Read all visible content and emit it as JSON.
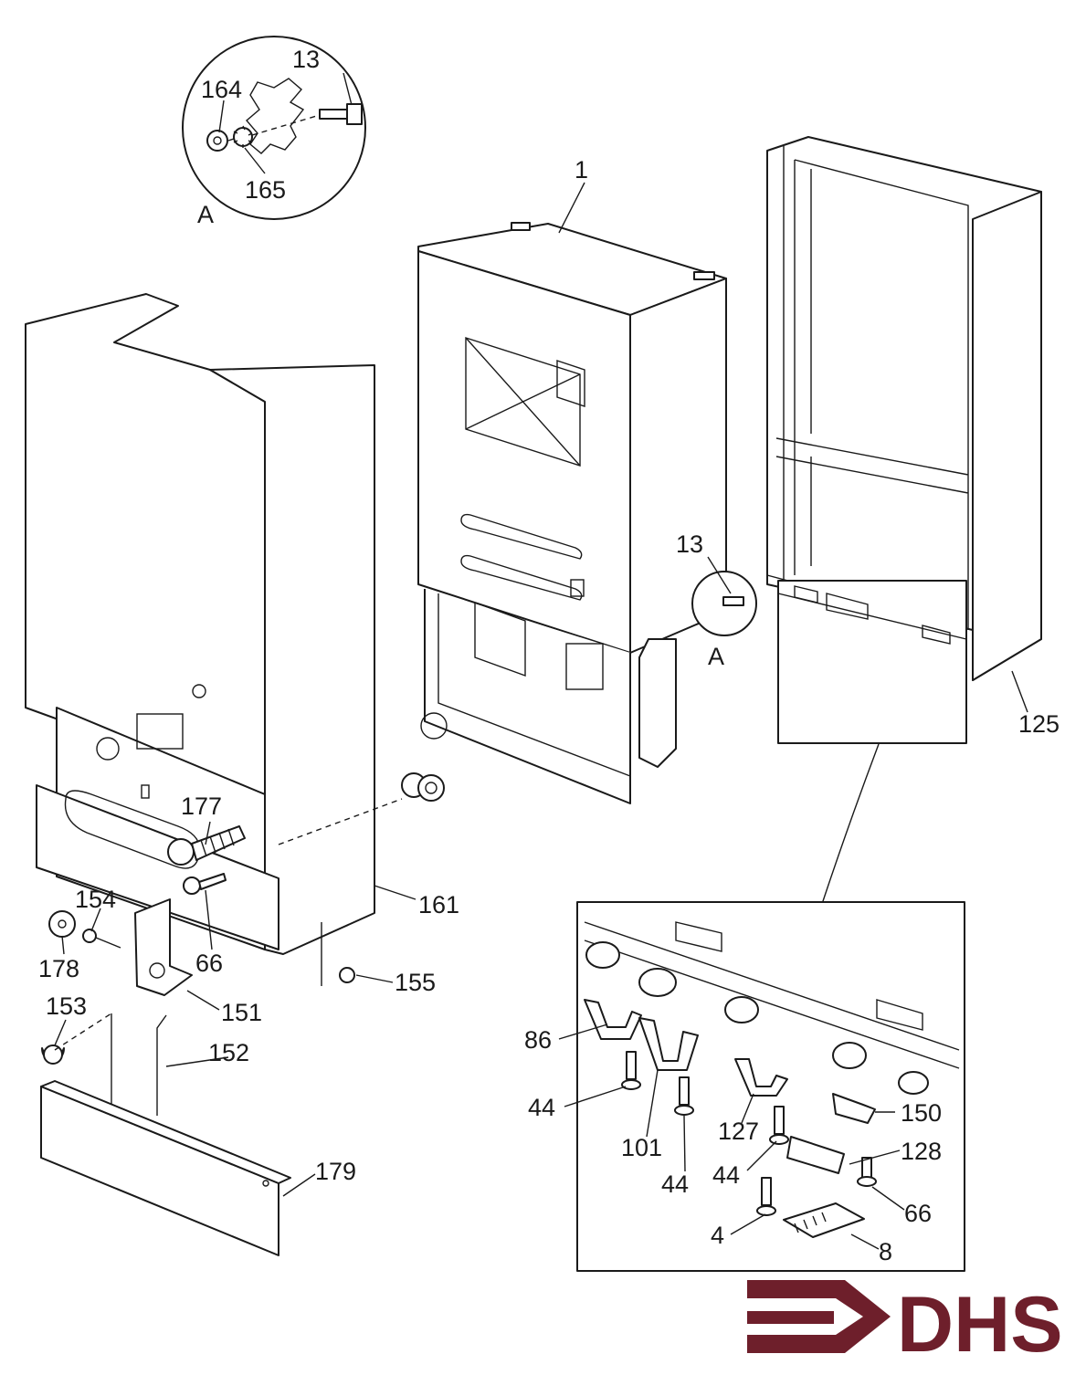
{
  "labels": {
    "p1": "1",
    "p4": "4",
    "p8": "8",
    "p13_detail": "13",
    "p13_body": "13",
    "p44_a": "44",
    "p44_b": "44",
    "p44_c": "44",
    "p66_a": "66",
    "p66_b": "66",
    "p86": "86",
    "p101": "101",
    "p125": "125",
    "p127": "127",
    "p128": "128",
    "p150": "150",
    "p151": "151",
    "p152": "152",
    "p153": "153",
    "p154": "154",
    "p155": "155",
    "p161": "161",
    "p164": "164",
    "p165": "165",
    "p177": "177",
    "p178": "178",
    "p179": "179",
    "detail_a_top": "A",
    "detail_a_mid": "A"
  },
  "logo": {
    "text": "DHS",
    "color": "#6e1f2b"
  }
}
